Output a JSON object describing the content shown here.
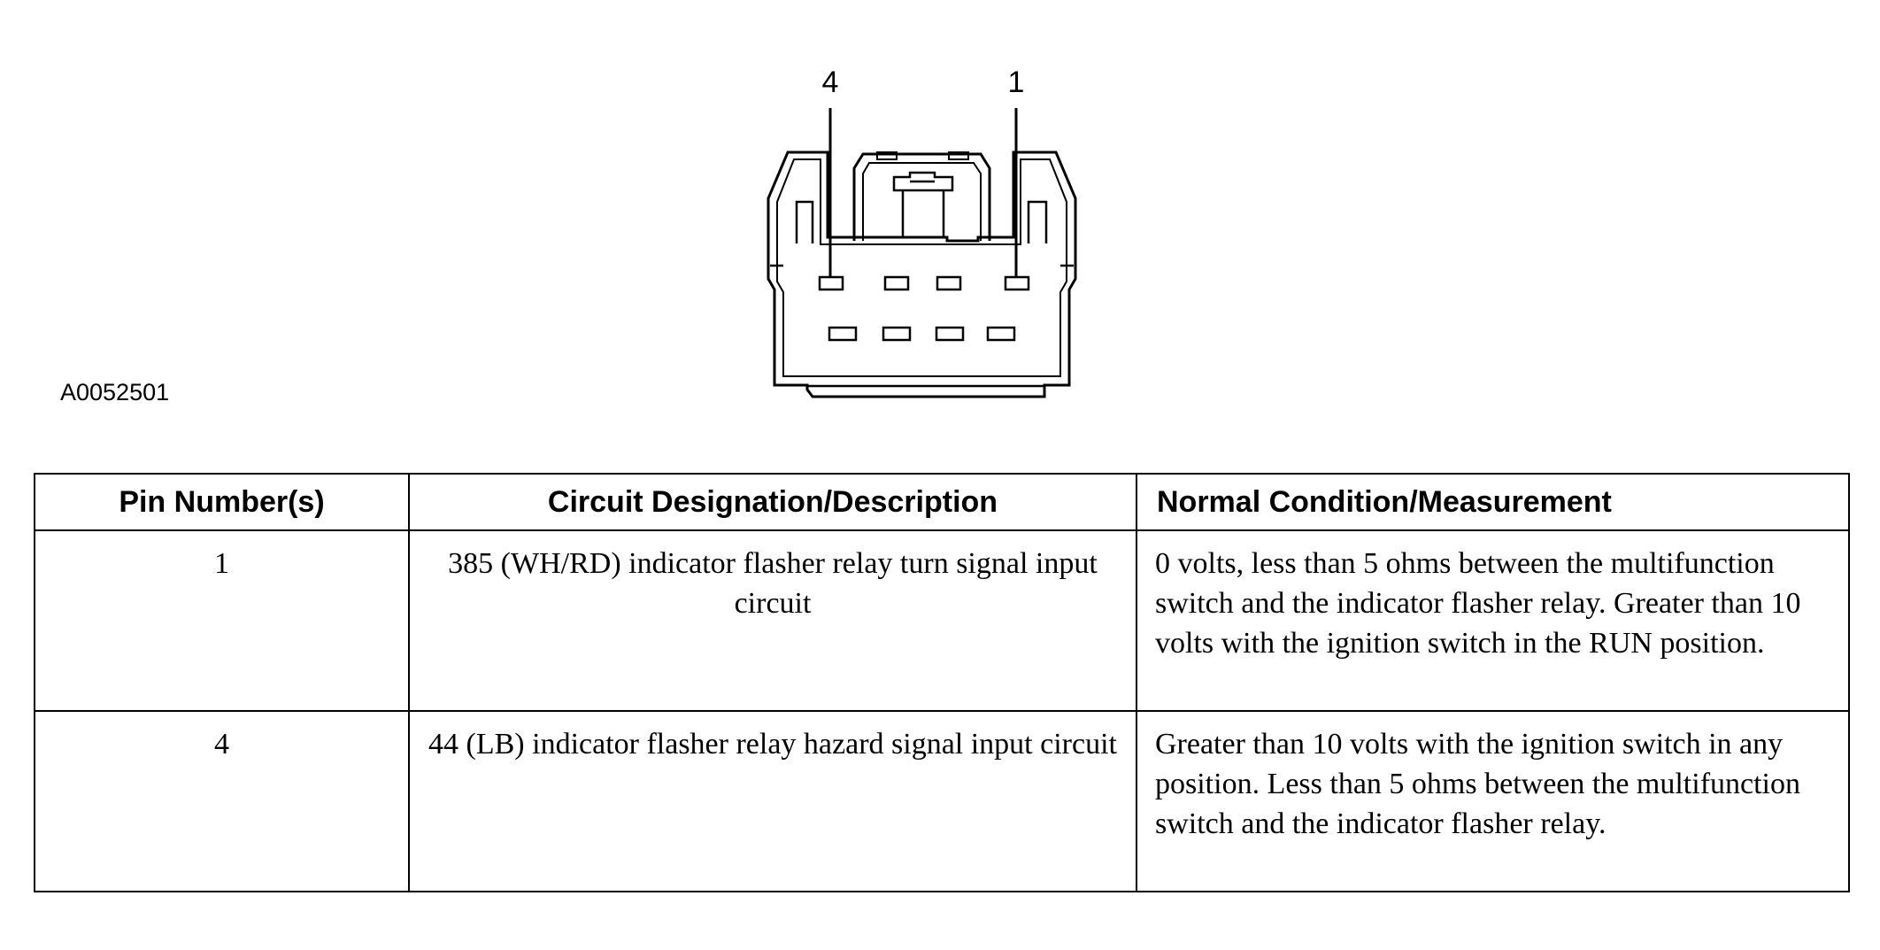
{
  "figure": {
    "pin_labels": [
      "4",
      "1"
    ],
    "code": "A0052501"
  },
  "table": {
    "headers": [
      "Pin Number(s)",
      "Circuit Designation/Description",
      "Normal Condition/Measurement"
    ],
    "rows": [
      {
        "pin": "1",
        "circuit": "385 (WH/RD) indicator flasher relay turn signal input circuit",
        "condition": "0 volts, less than 5 ohms between the multifunction switch and the indicator flasher relay. Greater than 10 volts with the ignition switch in the RUN position."
      },
      {
        "pin": "4",
        "circuit": "44 (LB) indicator flasher relay hazard signal input circuit",
        "condition": "Greater than 10 volts with the ignition switch in any position. Less than 5 ohms between the multifunction switch and the indicator flasher relay."
      }
    ]
  }
}
